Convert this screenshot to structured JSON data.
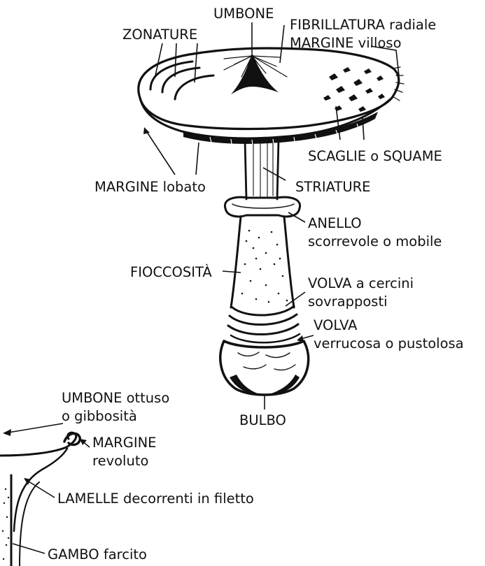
{
  "labels": {
    "umbone": "UMBONE",
    "zonature": "ZONATURE",
    "fibrillatura": "FIBRILLATURA radiale",
    "margine_villoso": "MARGINE villoso",
    "scaglie": "SCAGLIE o SQUAME",
    "margine_lobato": "MARGINE lobato",
    "striature": "STRIATURE",
    "anello_1": "ANELLO",
    "anello_2": "scorrevole o mobile",
    "fioccosita": "FIOCCOSITÀ",
    "volva_cercini_1": "VOLVA a cercini",
    "volva_cercini_2": "sovrapposti",
    "volva_verrucosa_1": "VOLVA",
    "volva_verrucosa_2": "verrucosa o pustolosa",
    "bulbo": "BULBO",
    "umbone_ottuso_1": "UMBONE ottuso",
    "umbone_ottuso_2": "o gibbosità",
    "margine_revoluto_1": "MARGINE",
    "margine_revoluto_2": "revoluto",
    "lamelle": "LAMELLE decorrenti in filetto",
    "gambo": "GAMBO farcito"
  }
}
